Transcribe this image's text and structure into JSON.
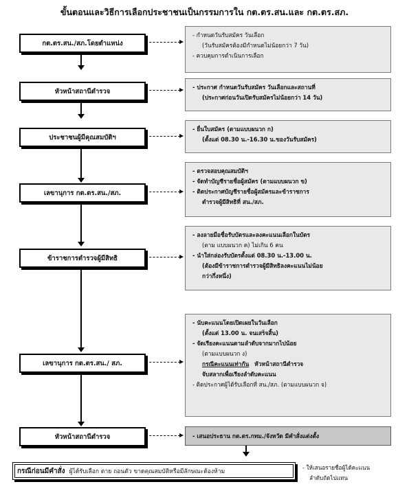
{
  "title": "ขั้นตอนและวิธีการเลือกประชาชนเป็นกรรมการใน กต.ตร.สน.และ กต.ตร.สภ.",
  "steps": [
    {
      "label": "กต.ตร.สน./สภ.โดยตำแหน่ง",
      "details": [
        "- กำหนดวันรับสมัคร วันเลือก",
        "(วันรับสมัครต้องมีกำหนดไม่น้อยกว่า 7 วัน)",
        "- ควบคุมการดำเนินการเลือก"
      ]
    },
    {
      "label": "หัวหน้าสถานีตำรวจ",
      "details": [
        "- ประกาศ กำหนดวันรับสมัคร วันเลือกและสถานที่",
        "(ประกาศก่อนวันเปิดรับสมัครไม่น้อยกว่า 14 วัน)"
      ]
    },
    {
      "label": "ประชาชนผู้มีคุณสมบัติฯ",
      "details": [
        "- ยื่นใบสมัคร (ตามแบบผนวก ก)",
        "(ตั้งแต่ 08.30 น.-16.30 น.ของวันรับสมัคร)"
      ]
    },
    {
      "label": "เลขานุการ กต.ตร.สน./สภ.",
      "details": [
        "- ตรวจสอบคุณสมบัติฯ",
        "- จัดทำบัญชีรายชื่อผู้สมัคร (ตามแบบผนวก ข)",
        "- ติดประกาศบัญชีรายชื่อผู้สมัครและข้าราชการ",
        "ตำรวจผู้มีสิทธิที่ สน./สภ."
      ]
    },
    {
      "label": "ข้าราชการตำรวจผู้มีสิทธิ",
      "details": [
        "- ลงลายมือชื่อรับบัตรและลงคะแนนเลือกในบัตร",
        "(ตาม แบบผนวก ค) ไม่เกิน 6 คน",
        "- นำใส่กล่องรับบัตรตั้งแต่ 08.30 น.-13.00 น.",
        "(ต้องมีข้าราชการตำรวจผู้มีสิทธิลงคะแนนไม่น้อย",
        "กว่ากึ่งหนึ่ง)"
      ]
    },
    {
      "label": "เลขานุการ กต.ตร.สน./ สภ.",
      "details": [
        "- นับคะแนนโดยเปิดเผยในวันเลือก",
        "(ตั้งแต่ 13.00 น. จนเสร็จสิ้น)",
        "- จัดเรียงคะแนนตามลำดับจากมากไปน้อย",
        "(ตามแบบผนวก ง)",
        "กรณีคะแนนเท่ากัน",
        "หัวหน้าสถานีตำรวจ",
        "จับสลากเพื่อเรียงลำดับคะแนน",
        "- ติดประกาศผู้ได้รับเลือกที่ สน./สภ. (ตามแบบผนวก จ)"
      ]
    },
    {
      "label": "หัวหน้าสถานีตำรวจ",
      "details": [
        "- เสนอประธาน กต.ตร.กทม./จังหวัด มีคำสั่งแต่งตั้ง"
      ]
    }
  ],
  "footer": {
    "bold": "กรณีก่อนมีคำสั่ง",
    "text": "ผู้ได้รับเลือก ตาย ถอนตัว ขาดคุณสมบัติหรือมีลักษณะต้องห้าม",
    "note": [
      "- ให้เสนอรายชื่อผู้ได้คะแนน",
      "ลำดับถัดไปแทน"
    ]
  }
}
